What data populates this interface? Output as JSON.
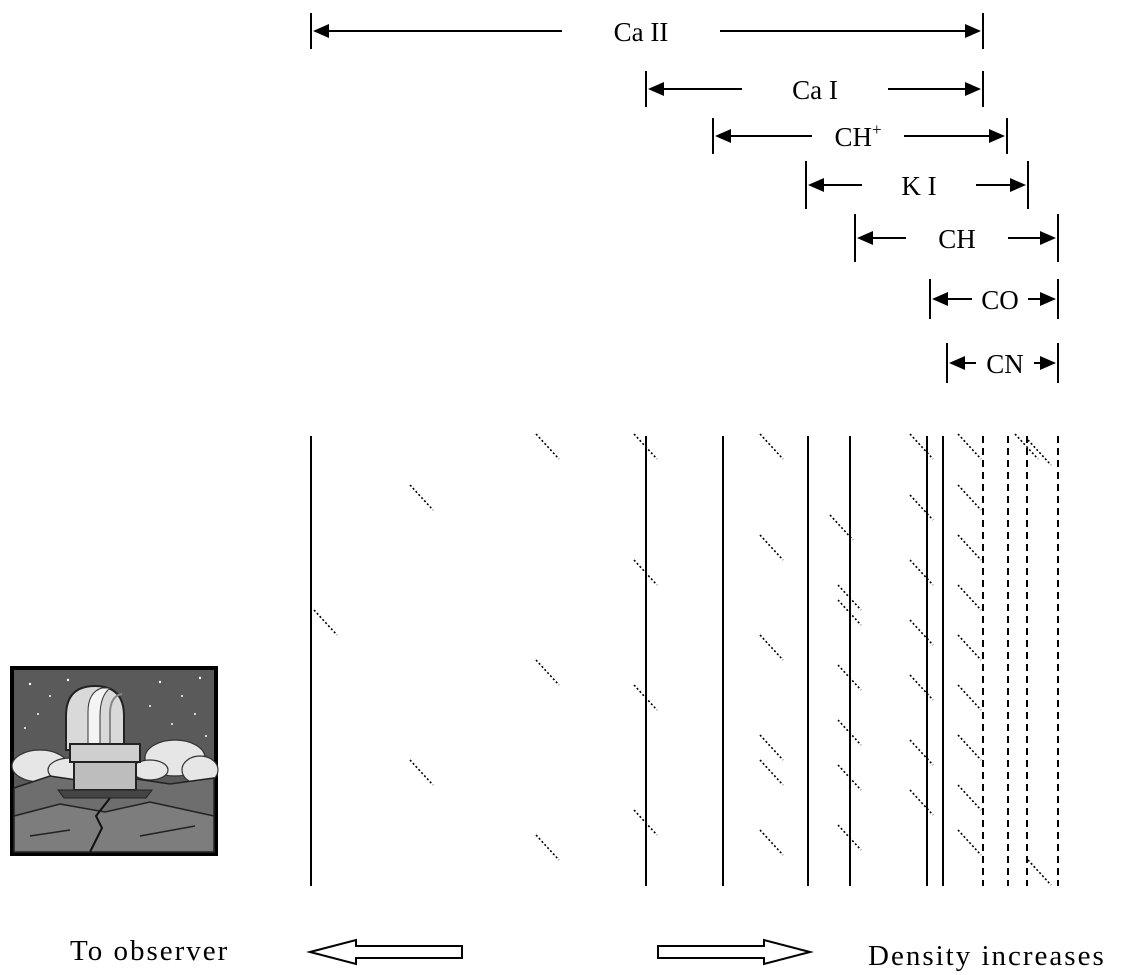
{
  "ranges": [
    {
      "id": "ca-ii",
      "label": "Ca II",
      "sup": ""
    },
    {
      "id": "ca-i",
      "label": "Ca I",
      "sup": ""
    },
    {
      "id": "ch-plus",
      "label": "CH",
      "sup": "+"
    },
    {
      "id": "k-i",
      "label": "K I",
      "sup": ""
    },
    {
      "id": "ch",
      "label": "CH",
      "sup": ""
    },
    {
      "id": "co",
      "label": "CO",
      "sup": ""
    },
    {
      "id": "cn",
      "label": "CN",
      "sup": ""
    }
  ],
  "footer": {
    "left_label": "To observer",
    "right_label": "Density increases"
  },
  "icons": {
    "observatory": "observatory-dome-icon",
    "left_arrow": "hollow-arrow-left-icon",
    "right_arrow": "hollow-arrow-right-icon"
  },
  "colors": {
    "ink": "#000000",
    "picture_frame": "#000000"
  }
}
